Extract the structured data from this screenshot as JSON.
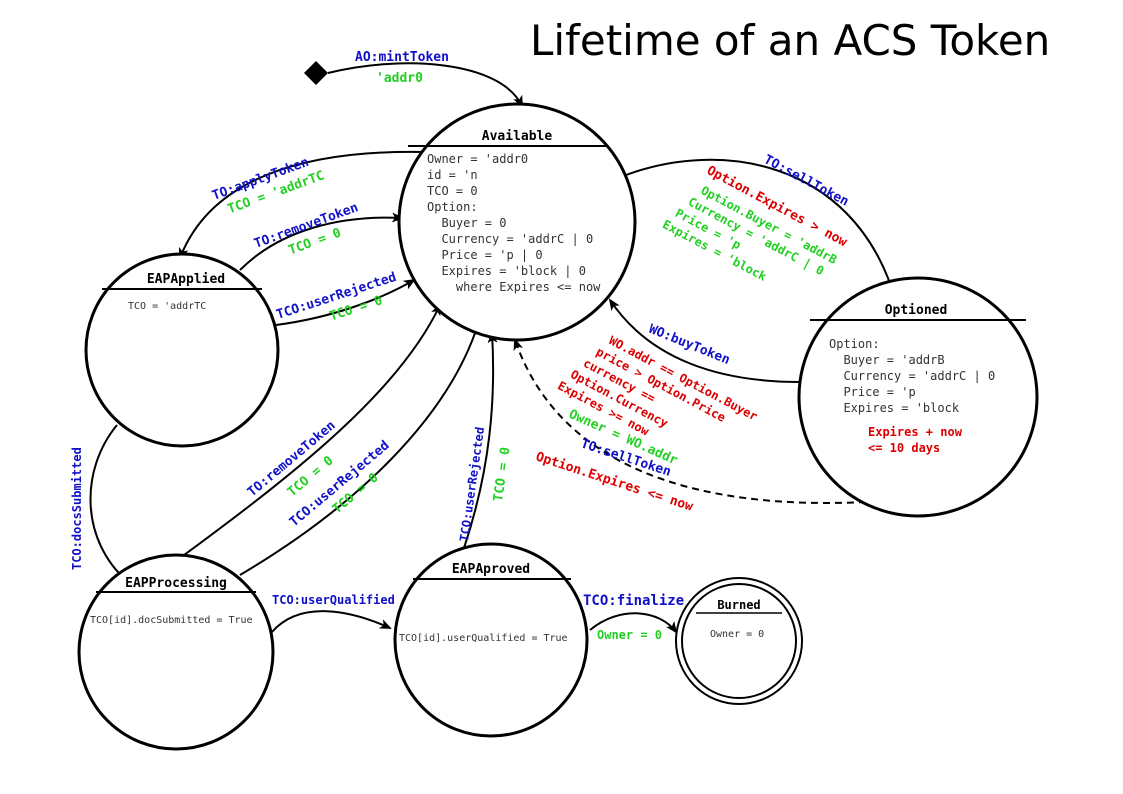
{
  "title": "Lifetime of an ACS Token",
  "states": {
    "available": {
      "name": "Available",
      "vars": [
        "Owner = 'addr0",
        "id = 'n",
        "TCO = 0",
        "Option:",
        "  Buyer = 0",
        "  Currency = 'addrC | 0",
        "  Price = 'p | 0",
        "  Expires = 'block | 0",
        "    where Expires <= now"
      ]
    },
    "eap_applied": {
      "name": "EAPApplied",
      "vars": [
        "TCO = 'addrTC"
      ]
    },
    "optioned": {
      "name": "Optioned",
      "vars": [
        "Option:",
        "  Buyer = 'addrB",
        "  Currency = 'addrC | 0",
        "  Price = 'p",
        "  Expires = 'block"
      ],
      "constraint": [
        "Expires + now",
        "<= 10 days"
      ]
    },
    "eap_processing": {
      "name": "EAPProcessing",
      "vars": [
        "TCO[id].docSubmitted = True"
      ]
    },
    "eap_aproved": {
      "name": "EAPAproved",
      "vars": [
        "TCO[id].userQualified = True"
      ]
    },
    "burned": {
      "name": "Burned",
      "vars": [
        "Owner = 0"
      ]
    }
  },
  "transitions": {
    "mint": {
      "action": "AO:mintToken",
      "effect": "'addr0"
    },
    "apply": {
      "action": "TO:applyToken",
      "effect": "TCO = 'addrTC"
    },
    "remove1": {
      "action": "TO:removeToken",
      "effect": "TCO = 0"
    },
    "reject1": {
      "action": "TCO:userRejected",
      "effect": "TCO = 0"
    },
    "sell": {
      "action": "TO:sellToken",
      "guard": "Option.Expires > now",
      "effects": [
        "Option.Buyer = 'addrB",
        "Currency = 'addrC | 0",
        "Price = 'p",
        "Expires = 'block"
      ]
    },
    "buy": {
      "action": "WO:buyToken",
      "guards": [
        "WO.addr == Option.Buyer",
        "price > Option.Price",
        "currency ==",
        "Option.Currency",
        "Expires >= now"
      ],
      "effect": "Owner = WO.addr"
    },
    "resell": {
      "action": "TO:sellToken",
      "guard": "Option.Expires <= now"
    },
    "docs": {
      "action": "TCO:docsSubmitted"
    },
    "remove2": {
      "action": "TO:removeToken",
      "effect": "TCO = 0"
    },
    "reject2": {
      "action": "TCO:userRejected",
      "effect": "TCO = 0"
    },
    "reject3": {
      "action": "TCO:userRejected",
      "effect": "TCO = 0"
    },
    "qualified": {
      "action": "TCO:userQualified"
    },
    "finalize": {
      "action": "TCO:finalize",
      "effect": "Owner = 0"
    }
  },
  "colors": {
    "action": "#1010c8",
    "effect": "#22d022",
    "guard": "#dd0000"
  }
}
